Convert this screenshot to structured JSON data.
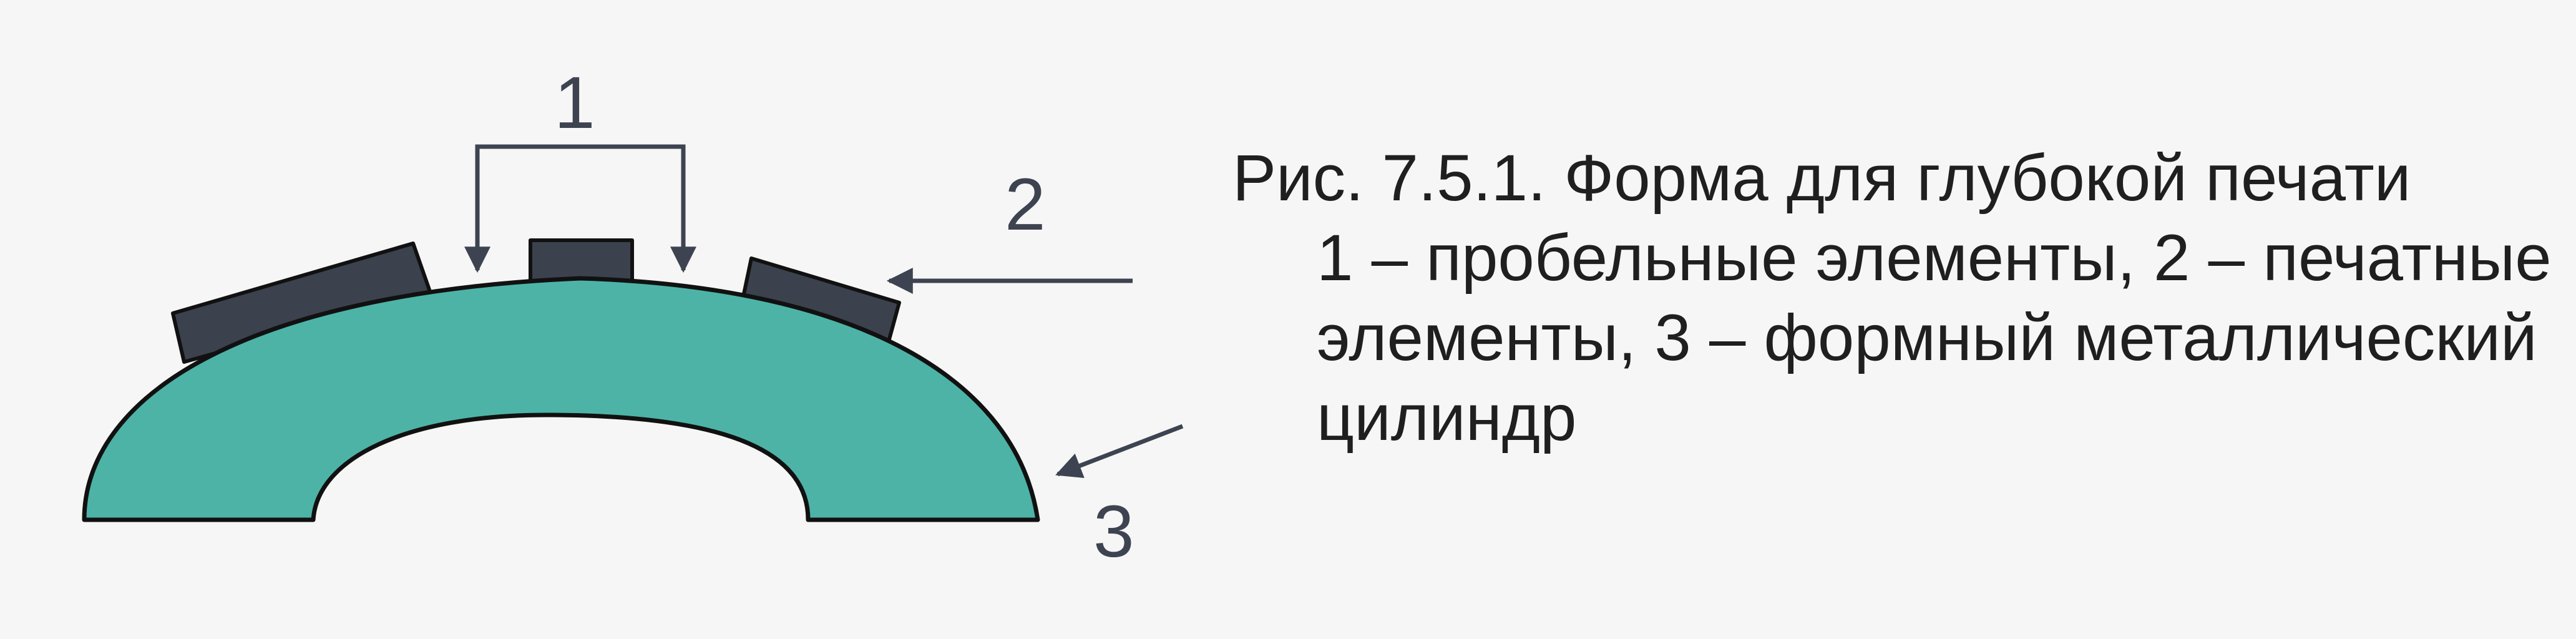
{
  "colors": {
    "background": "#f6f6f6",
    "cylinder_fill": "#4db3a7",
    "element_fill": "#3b414d",
    "outline": "#111111",
    "arrow": "#3d4350"
  },
  "callouts": {
    "label_1": "1",
    "label_2": "2",
    "label_3": "3"
  },
  "caption": {
    "title": "Рис. 7.5.1. Форма для глубокой печати",
    "legend": "1 – пробельные элементы, 2 – печатные элементы, 3 – формный металлический цилиндр"
  }
}
